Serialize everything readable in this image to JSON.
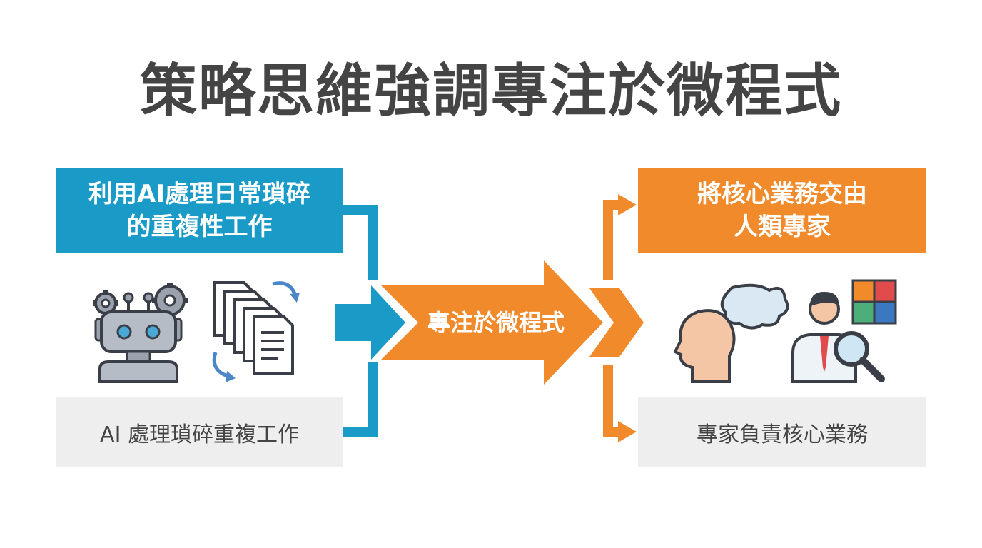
{
  "title": "策略思維強調專注於微程式",
  "ai_side": {
    "header_lines": [
      "利用AI處理日常瑣碎",
      "的重複性工作"
    ],
    "caption": "AI 處理瑣碎重複工作",
    "icons": [
      "robot-gears-icon",
      "documents-cycle-icon"
    ]
  },
  "center": {
    "label": "專注於微程式"
  },
  "human_side": {
    "header_lines": [
      "將核心業務交由",
      "人類專家"
    ],
    "caption": "專家負責核心業務",
    "icons": [
      "head-thought-icon",
      "expert-puzzle-magnifier-icon"
    ]
  },
  "colors": {
    "blue": "#1a9bc7",
    "orange": "#f08a2b",
    "title_text": "#444444",
    "caption_bg": "#eeeeee"
  }
}
